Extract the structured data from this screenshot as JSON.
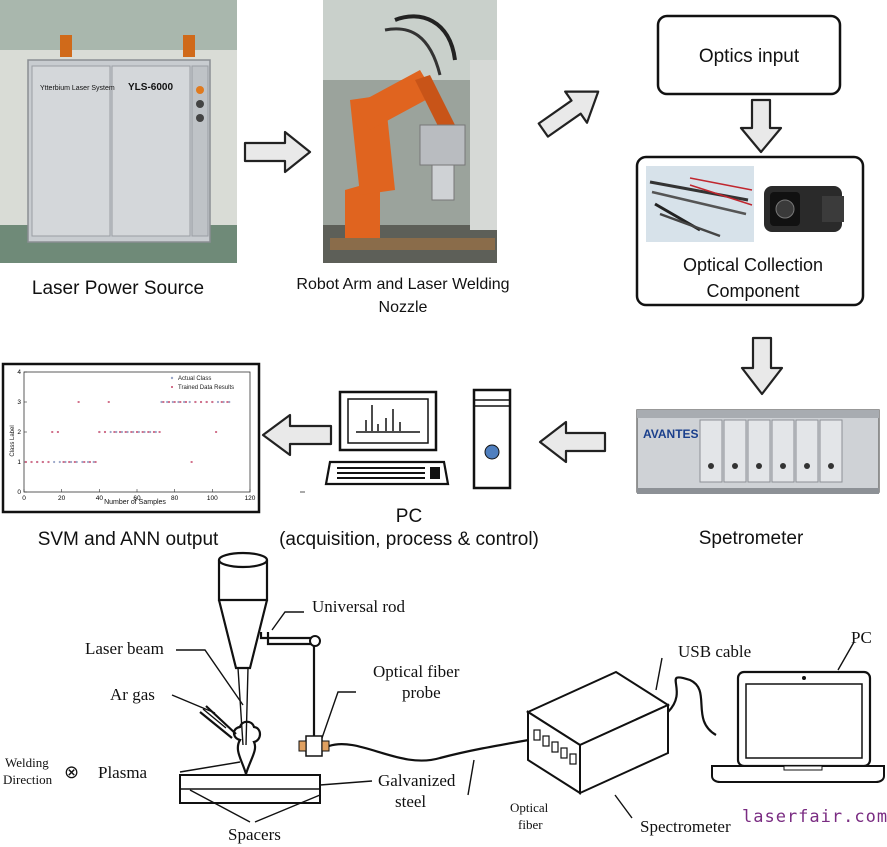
{
  "top": {
    "laser_power_source_label": "Laser Power Source",
    "laser_cabinet_brand_text": "Ytterbium Laser System",
    "laser_cabinet_model_text": "YLS-6000",
    "robot_label_line1": "Robot Arm and Laser Welding",
    "robot_label_line2": "Nozzle",
    "optics_input_label": "Optics input",
    "optical_collection_line1": "Optical Collection",
    "optical_collection_line2": "Component",
    "spectrometer_label": "Spetrometer",
    "spectrometer_brand_text": "AVANTES",
    "pc_label_line1": "PC",
    "pc_label_line2": "(acquisition, process & control)",
    "svm_label": "SVM and ANN output"
  },
  "chart_data": {
    "type": "scatter",
    "title": "",
    "xlabel": "Number of Samples",
    "ylabel": "Class Label",
    "xlim": [
      0,
      120
    ],
    "ylim": [
      0,
      4
    ],
    "xticks": [
      0,
      20,
      40,
      60,
      80,
      100,
      120
    ],
    "yticks": [
      0,
      1,
      2,
      3,
      4
    ],
    "legend_position": "top-right",
    "series": [
      {
        "name": "Actual Class",
        "color": "#9aa6c8",
        "points": [
          [
            1,
            1
          ],
          [
            4,
            1
          ],
          [
            7,
            1
          ],
          [
            10,
            1
          ],
          [
            13,
            1
          ],
          [
            16,
            1
          ],
          [
            19,
            1
          ],
          [
            22,
            1
          ],
          [
            25,
            1
          ],
          [
            28,
            1
          ],
          [
            31,
            1
          ],
          [
            34,
            1
          ],
          [
            37,
            1
          ],
          [
            40,
            2
          ],
          [
            43,
            2
          ],
          [
            46,
            2
          ],
          [
            49,
            2
          ],
          [
            52,
            2
          ],
          [
            55,
            2
          ],
          [
            58,
            2
          ],
          [
            61,
            2
          ],
          [
            64,
            2
          ],
          [
            67,
            2
          ],
          [
            70,
            2
          ],
          [
            73,
            3
          ],
          [
            76,
            3
          ],
          [
            79,
            3
          ],
          [
            82,
            3
          ],
          [
            85,
            3
          ],
          [
            88,
            3
          ],
          [
            91,
            3
          ],
          [
            94,
            3
          ],
          [
            97,
            3
          ],
          [
            100,
            3
          ],
          [
            103,
            3
          ],
          [
            106,
            3
          ],
          [
            109,
            3
          ]
        ]
      },
      {
        "name": "Trained Data Results",
        "color": "#d2728c",
        "points": [
          [
            1,
            1
          ],
          [
            4,
            1
          ],
          [
            7,
            1
          ],
          [
            10,
            1
          ],
          [
            13,
            1
          ],
          [
            15,
            2
          ],
          [
            18,
            2
          ],
          [
            21,
            1
          ],
          [
            24,
            1
          ],
          [
            27,
            1
          ],
          [
            29,
            3
          ],
          [
            32,
            1
          ],
          [
            35,
            1
          ],
          [
            38,
            1
          ],
          [
            40,
            2
          ],
          [
            43,
            2
          ],
          [
            45,
            3
          ],
          [
            48,
            2
          ],
          [
            51,
            2
          ],
          [
            54,
            2
          ],
          [
            57,
            2
          ],
          [
            60,
            2
          ],
          [
            63,
            2
          ],
          [
            66,
            2
          ],
          [
            69,
            2
          ],
          [
            72,
            2
          ],
          [
            74,
            3
          ],
          [
            77,
            3
          ],
          [
            80,
            3
          ],
          [
            83,
            3
          ],
          [
            86,
            3
          ],
          [
            89,
            1
          ],
          [
            91,
            3
          ],
          [
            94,
            3
          ],
          [
            97,
            3
          ],
          [
            100,
            3
          ],
          [
            102,
            2
          ],
          [
            105,
            3
          ],
          [
            108,
            3
          ]
        ]
      }
    ]
  },
  "bottom": {
    "universal_rod": "Universal rod",
    "laser_beam": "Laser beam",
    "ar_gas": "Ar gas",
    "optical_fiber_probe_line1": "Optical fiber",
    "optical_fiber_probe_line2": "probe",
    "welding_line1": "Welding",
    "welding_line2": "Direction",
    "direction_symbol": "⊗",
    "plasma": "Plasma",
    "galvanized_line1": "Galvanized",
    "galvanized_line2": "steel",
    "spacers": "Spacers",
    "optical_line1": "Optical",
    "optical_line2": "fiber",
    "spectrometer": "Spectrometer",
    "usb_cable": "USB cable",
    "pc": "PC"
  },
  "watermark": "laserfair.com",
  "colors": {
    "robot_orange": "#e0641f",
    "watermark_purple": "#7a2c82",
    "cabinet_gray": "#c8ccd0"
  }
}
